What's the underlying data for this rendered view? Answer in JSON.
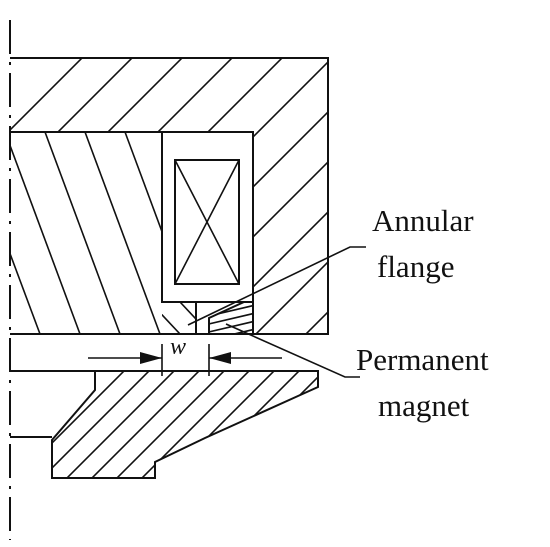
{
  "labels": {
    "annular_line1": "Annular",
    "annular_line2": "flange",
    "magnet_line1": "Permanent",
    "magnet_line2": "magnet",
    "gap_symbol": "w"
  },
  "colors": {
    "stroke": "#111111",
    "background": "#ffffff"
  }
}
